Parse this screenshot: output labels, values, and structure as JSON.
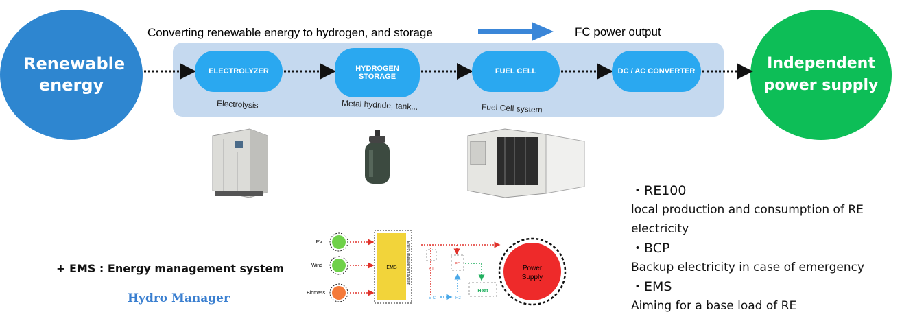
{
  "top": {
    "converting_text": "Converting renewable energy to hydrogen, and storage",
    "fc_output_text": "FC power output"
  },
  "source": {
    "label": "Renewable energy",
    "color": "#2e86d0"
  },
  "target": {
    "label": "Independent power supply",
    "color": "#0dbe57"
  },
  "process": [
    {
      "label": "ELECTROLYZER",
      "caption": "Electrolysis"
    },
    {
      "label": "HYDROGEN STORAGE",
      "caption": "Metal hydride, tank..."
    },
    {
      "label": "FUEL CELL",
      "caption": "Fuel Cell system"
    },
    {
      "label": "DC / AC CONVERTER",
      "caption": ""
    }
  ],
  "ems": {
    "title": "+ EMS : Energy management system",
    "brand": "Hydro Manager",
    "diagram": {
      "sources": [
        "PV",
        "Wind",
        "Biomass"
      ],
      "ems_box": "EMS",
      "ems_vertical": "Energy management system",
      "bt": "BT",
      "ec": "E C",
      "fc": "FC",
      "h2": "H2",
      "heat": "Heat",
      "output": "Power Supply"
    }
  },
  "bullets": [
    {
      "head": "・RE100",
      "body": "local production and consumption of RE electricity"
    },
    {
      "head": "・BCP",
      "body": "Backup electricity in case of emergency"
    },
    {
      "head": "・EMS",
      "body": "Aiming for a base load of RE"
    }
  ]
}
